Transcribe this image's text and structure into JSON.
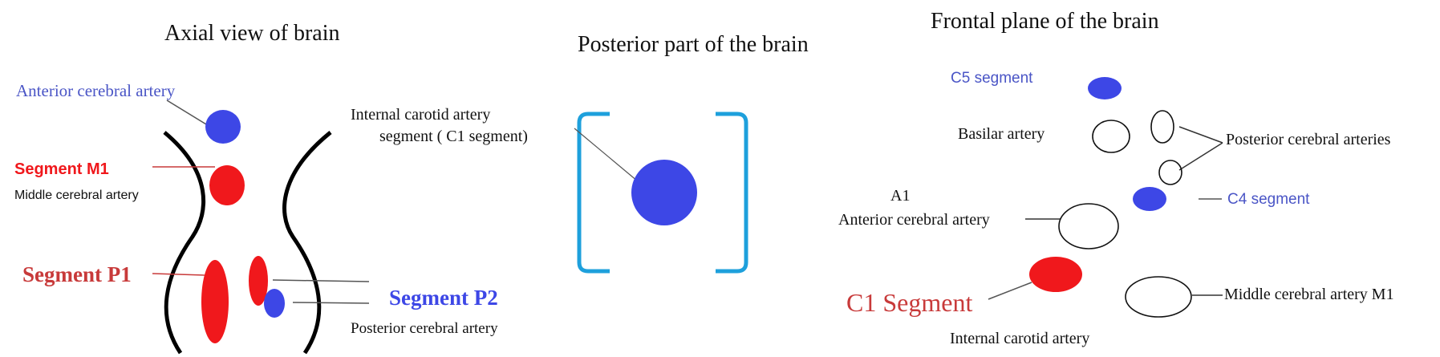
{
  "panels": {
    "axial": {
      "title": "Axial view of brain",
      "labels": {
        "anterior_cerebral_artery": "Anterior cerebral artery",
        "segment_m1": "Segment M1",
        "middle_cerebral_artery": "Middle cerebral artery",
        "segment_p1": "Segment P1",
        "segment_p2": "Segment P2",
        "posterior_cerebral_artery": "Posterior cerebral artery"
      }
    },
    "posterior": {
      "title": "Posterior part of the brain",
      "labels": {
        "ica_line1": "Internal carotid artery",
        "ica_line2": "segment ( C1 segment)"
      }
    },
    "frontal": {
      "title": "Frontal plane of the brain",
      "labels": {
        "c5_segment": "C5 segment",
        "basilar_artery": "Basilar artery",
        "posterior_cerebral_arteries": "Posterior cerebral arteries",
        "c4_segment": "C4 segment",
        "a1": "A1",
        "anterior_cerebral_artery": "Anterior cerebral artery",
        "c1_segment": "C1 Segment",
        "internal_carotid_artery": "Internal carotid artery",
        "middle_cerebral_artery_m1": "Middle cerebral artery M1"
      }
    }
  },
  "colors": {
    "red": "#f0181c",
    "blue": "#3d47e6",
    "bracket": "#1ea0dc",
    "label_blue": "#4a55c6",
    "label_red": "#c83a3a",
    "text": "#111111",
    "line": "#555555"
  }
}
